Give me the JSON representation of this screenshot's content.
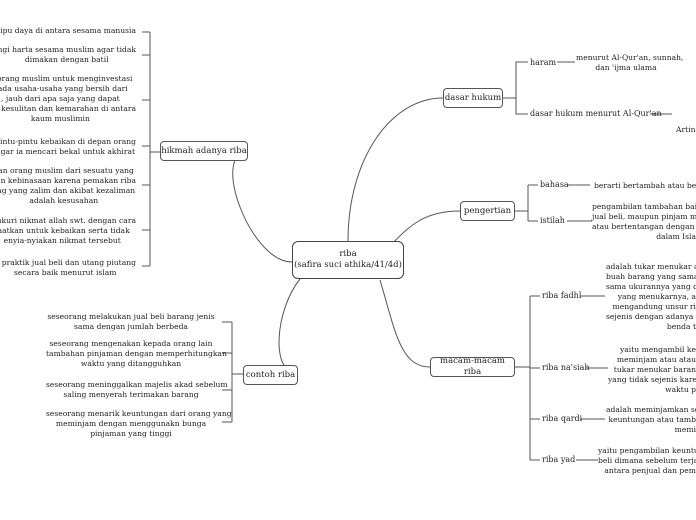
{
  "root": {
    "title": "riba",
    "subtitle": "(safira suci athika/41/4d)"
  },
  "branches": {
    "hikmah": {
      "label": "hikmah adanya riba",
      "items": [
        "ari tipu daya di antara sesama manusia",
        "ngi harta sesama muslim agar tidak\ndimakan dengan batil",
        "si orang muslim untuk menginvestasi\npada usaha-usaha yang bersih dari\n, jauh dari apa saja yang dapat\nkan kesulitan dan kemarahan di antara\nkaum muslimin",
        "pintu-pintu kebaikan di depan orang\nagar ia mencari bekal untuk akhirat",
        "kan orang muslim dari sesuatu yang\nkan kebinasaan karena pemakan riba\nang yang zalim dan akibat kezaliman\nadalah kesusahan",
        "syukuri nikmat allah swt. dengan cara\nfaatkan untuk kebaikan serta tidak\nenyia-nyiakan nikmat tersebut",
        "n praktik jual beli dan utang piutang\nsecara baik menurut islam"
      ]
    },
    "contoh": {
      "label": "contoh riba",
      "items": [
        "seseorang melakukan jual beli barang jenis\nsama dengan jumlah berbeda",
        "seseorang mengenakan kepada orang lain\ntambahan pinjaman dengan memperhitungkan\nwaktu yang ditangguhkan",
        "seseorang meninggalkan majelis akad sebelum\nsaling menyerah terimakan barang",
        "seseorang menarik keuntungan dari orang yang\nmeminjam dengan menggunakn bunga\npinjaman yang tinggi"
      ]
    },
    "dasar": {
      "label": "dasar hukum",
      "haram": {
        "label": "haram",
        "text": "menurut Al-Qur'an, sunnah,\ndan 'ijma ulama"
      },
      "alquran": {
        "label": "dasar hukum menurut Al-Qur'an",
        "text": "Artin"
      }
    },
    "pengertian": {
      "label": "pengertian",
      "bahasa": {
        "label": "bahasa",
        "text": "berarti bertambah atau berle"
      },
      "istilah": {
        "label": "istilah",
        "text": "pengambilan tambahan bai\njual beli, maupun pinjam me\natau bertentangan dengan p\ndalam Isla"
      }
    },
    "macam": {
      "label": "macam-macam riba",
      "items": [
        {
          "label": "riba fadhl",
          "text": "adalah tukar menukar at\nbuah barang yang sama\nsama ukurannya yang d\nyang menukarnya, a\nmengandung unsur ri\nsejenis dengan adanya t\nbenda t"
        },
        {
          "label": "riba na'siah",
          "text": "yaitu mengambil ke\nmeminjam atau atau\ntukar menukar baran\nyang tidak sejenis kare\nwaktu p"
        },
        {
          "label": "riba qardi",
          "text": "adalah meminjamkan se\nkeuntungan atau tamb\nmemi"
        },
        {
          "label": "riba yad",
          "text": "yaitu pengambilan keuntu\nbeli dimana sebelum terja\nantara penjual dan pem"
        }
      ]
    }
  }
}
